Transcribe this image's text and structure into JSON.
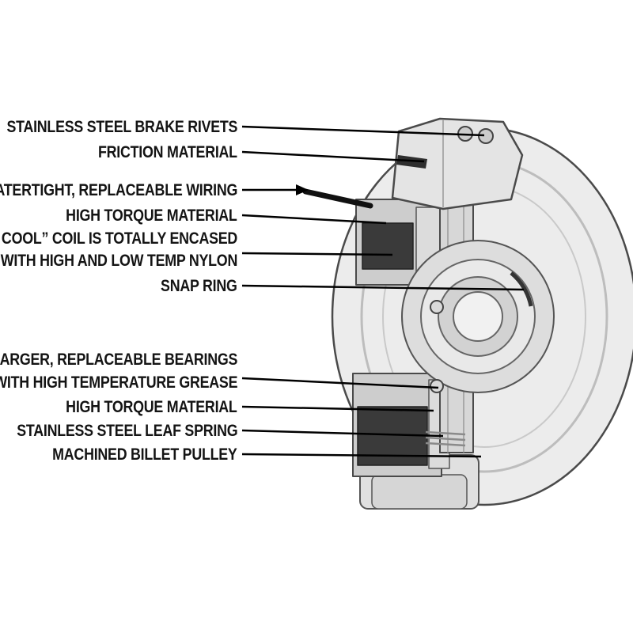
{
  "diagram": {
    "name": "Electric PTO clutch cutaway diagram",
    "callouts": [
      {
        "id": "brake-rivets",
        "text": "STAINLESS STEEL BRAKE RIVETS"
      },
      {
        "id": "friction-material",
        "text": "FRICTION MATERIAL"
      },
      {
        "id": "wiring",
        "text": "WATERTIGHT, REPLACEABLE WIRING"
      },
      {
        "id": "high-torque-top",
        "text": "HIGH TORQUE MATERIAL"
      },
      {
        "id": "coil-line1",
        "text": "“RUN COOL” COIL IS TOTALLY ENCASED"
      },
      {
        "id": "coil-line2",
        "text": "WITH HIGH AND LOW TEMP NYLON"
      },
      {
        "id": "snap-ring",
        "text": "SNAP RING"
      },
      {
        "id": "bearings-line1",
        "text": "LARGER, REPLACEABLE BEARINGS"
      },
      {
        "id": "bearings-line2",
        "text": "WITH HIGH TEMPERATURE GREASE"
      },
      {
        "id": "high-torque-bottom",
        "text": "HIGH TORQUE MATERIAL"
      },
      {
        "id": "leaf-spring",
        "text": "STAINLESS STEEL LEAF SPRING"
      },
      {
        "id": "pulley",
        "text": "MACHINED BILLET PULLEY"
      }
    ],
    "colors": {
      "leader_line": "#000000",
      "label_text": "#141414",
      "coil_dark": "#3a3a3a",
      "metal_light": "#ececec",
      "metal_mid": "#d4d4d4",
      "outline": "#4a4a4a"
    }
  }
}
